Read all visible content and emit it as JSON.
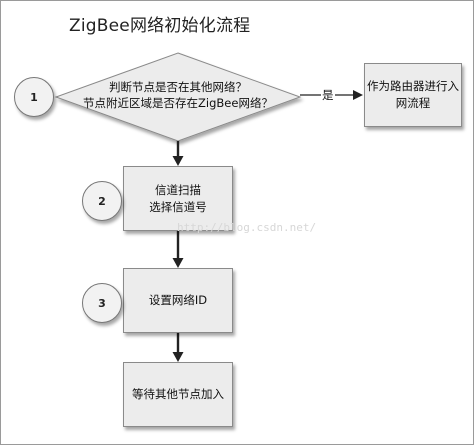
{
  "title": "ZigBee网络初始化流程",
  "decision": {
    "line1": "判断节点是否在其他网络？",
    "line2": "节点附近区域是否存在ZigBee网络？"
  },
  "yes_label": "是",
  "router_box": {
    "line1": "作为路由器进行入",
    "line2": "网流程"
  },
  "scan_box": {
    "line1": "信道扫描",
    "line2": "选择信道号"
  },
  "set_id_box": {
    "line1": "设置网络ID"
  },
  "join_box": {
    "line1": "等待其他节点加入"
  },
  "step_markers": [
    "1",
    "2",
    "3"
  ],
  "watermark": "http://blog.csdn.net/"
}
